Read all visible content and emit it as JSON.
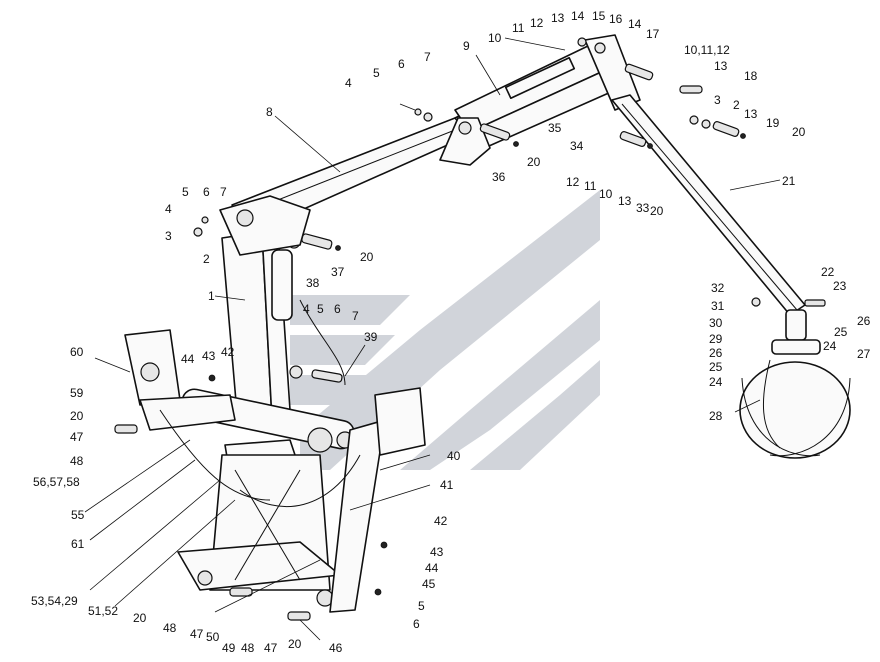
{
  "callouts": [
    {
      "id": "c-1",
      "text": "1"
    },
    {
      "id": "c-2a",
      "text": "2"
    },
    {
      "id": "c-2b",
      "text": "2"
    },
    {
      "id": "c-3a",
      "text": "3"
    },
    {
      "id": "c-3b",
      "text": "3"
    },
    {
      "id": "c-4a",
      "text": "4"
    },
    {
      "id": "c-4b",
      "text": "4"
    },
    {
      "id": "c-4c",
      "text": "4"
    },
    {
      "id": "c-5a",
      "text": "5"
    },
    {
      "id": "c-5b",
      "text": "5"
    },
    {
      "id": "c-5c",
      "text": "5"
    },
    {
      "id": "c-5d",
      "text": "5"
    },
    {
      "id": "c-6a",
      "text": "6"
    },
    {
      "id": "c-6b",
      "text": "6"
    },
    {
      "id": "c-6c",
      "text": "6"
    },
    {
      "id": "c-6d",
      "text": "6"
    },
    {
      "id": "c-7a",
      "text": "7"
    },
    {
      "id": "c-7b",
      "text": "7"
    },
    {
      "id": "c-7c",
      "text": "7"
    },
    {
      "id": "c-8",
      "text": "8"
    },
    {
      "id": "c-9",
      "text": "9"
    },
    {
      "id": "c-10a",
      "text": "10"
    },
    {
      "id": "c-10b",
      "text": "10"
    },
    {
      "id": "c-101112",
      "text": "10,11,12"
    },
    {
      "id": "c-11a",
      "text": "11"
    },
    {
      "id": "c-11b",
      "text": "11"
    },
    {
      "id": "c-12a",
      "text": "12"
    },
    {
      "id": "c-12b",
      "text": "12"
    },
    {
      "id": "c-13a",
      "text": "13"
    },
    {
      "id": "c-13b",
      "text": "13"
    },
    {
      "id": "c-13c",
      "text": "13"
    },
    {
      "id": "c-13d",
      "text": "13"
    },
    {
      "id": "c-14a",
      "text": "14"
    },
    {
      "id": "c-14b",
      "text": "14"
    },
    {
      "id": "c-15",
      "text": "15"
    },
    {
      "id": "c-16",
      "text": "16"
    },
    {
      "id": "c-17",
      "text": "17"
    },
    {
      "id": "c-18",
      "text": "18"
    },
    {
      "id": "c-19",
      "text": "19"
    },
    {
      "id": "c-20a",
      "text": "20"
    },
    {
      "id": "c-20b",
      "text": "20"
    },
    {
      "id": "c-20c",
      "text": "20"
    },
    {
      "id": "c-20d",
      "text": "20"
    },
    {
      "id": "c-20e",
      "text": "20"
    },
    {
      "id": "c-20f",
      "text": "20"
    },
    {
      "id": "c-20g",
      "text": "20"
    },
    {
      "id": "c-21",
      "text": "21"
    },
    {
      "id": "c-22",
      "text": "22"
    },
    {
      "id": "c-23",
      "text": "23"
    },
    {
      "id": "c-24a",
      "text": "24"
    },
    {
      "id": "c-24b",
      "text": "24"
    },
    {
      "id": "c-25a",
      "text": "25"
    },
    {
      "id": "c-25b",
      "text": "25"
    },
    {
      "id": "c-26a",
      "text": "26"
    },
    {
      "id": "c-26b",
      "text": "26"
    },
    {
      "id": "c-27",
      "text": "27"
    },
    {
      "id": "c-28",
      "text": "28"
    },
    {
      "id": "c-29",
      "text": "29"
    },
    {
      "id": "c-30",
      "text": "30"
    },
    {
      "id": "c-31",
      "text": "31"
    },
    {
      "id": "c-32",
      "text": "32"
    },
    {
      "id": "c-33",
      "text": "33"
    },
    {
      "id": "c-34",
      "text": "34"
    },
    {
      "id": "c-35",
      "text": "35"
    },
    {
      "id": "c-36",
      "text": "36"
    },
    {
      "id": "c-37",
      "text": "37"
    },
    {
      "id": "c-38",
      "text": "38"
    },
    {
      "id": "c-39",
      "text": "39"
    },
    {
      "id": "c-40",
      "text": "40"
    },
    {
      "id": "c-41",
      "text": "41"
    },
    {
      "id": "c-42a",
      "text": "42"
    },
    {
      "id": "c-42b",
      "text": "42"
    },
    {
      "id": "c-43a",
      "text": "43"
    },
    {
      "id": "c-43b",
      "text": "43"
    },
    {
      "id": "c-44a",
      "text": "44"
    },
    {
      "id": "c-44b",
      "text": "44"
    },
    {
      "id": "c-45",
      "text": "45"
    },
    {
      "id": "c-46",
      "text": "46"
    },
    {
      "id": "c-47a",
      "text": "47"
    },
    {
      "id": "c-47b",
      "text": "47"
    },
    {
      "id": "c-47c",
      "text": "47"
    },
    {
      "id": "c-48a",
      "text": "48"
    },
    {
      "id": "c-48b",
      "text": "48"
    },
    {
      "id": "c-48c",
      "text": "48"
    },
    {
      "id": "c-49",
      "text": "49"
    },
    {
      "id": "c-50",
      "text": "50"
    },
    {
      "id": "c-5152",
      "text": "51,52"
    },
    {
      "id": "c-535429",
      "text": "53,54,29"
    },
    {
      "id": "c-55",
      "text": "55"
    },
    {
      "id": "c-565758",
      "text": "56,57,58"
    },
    {
      "id": "c-59",
      "text": "59"
    },
    {
      "id": "c-60",
      "text": "60"
    },
    {
      "id": "c-61",
      "text": "61"
    }
  ],
  "watermark": {
    "color": "#c8ccd3",
    "description_icon": "company-logo-watermark"
  },
  "colors": {
    "line": "#111111",
    "background": "#ffffff"
  }
}
